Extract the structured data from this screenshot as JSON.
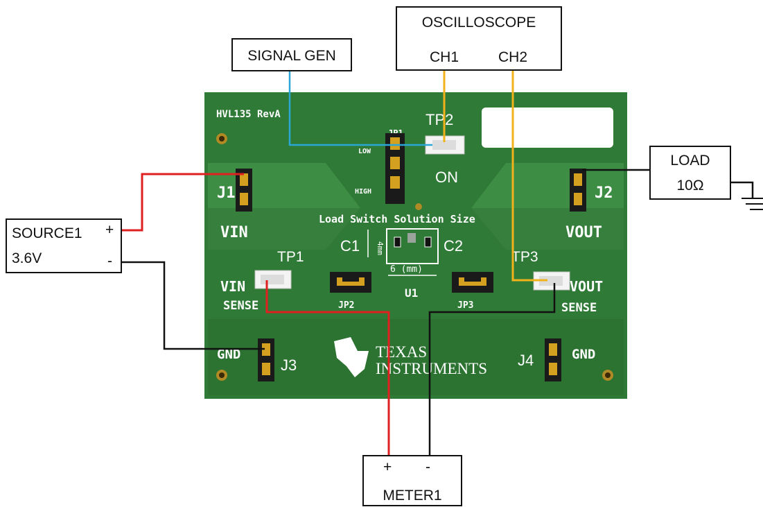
{
  "instruments": {
    "signal_gen": "SIGNAL GEN",
    "oscilloscope": {
      "title": "OSCILLOSCOPE",
      "ch1": "CH1",
      "ch2": "CH2"
    },
    "load": {
      "title": "LOAD",
      "value": "10Ω"
    },
    "source": {
      "title": "SOURCE1",
      "voltage": "3.6V",
      "plus": "+",
      "minus": "-"
    },
    "meter": {
      "title": "METER1",
      "plus": "+",
      "minus": "-"
    }
  },
  "board": {
    "name": "HVL135 RevA",
    "tp1": "TP1",
    "tp2": "TP2",
    "tp3": "TP3",
    "on": "ON",
    "jp1": "JP1",
    "jp2": "JP2",
    "jp3": "JP3",
    "low": "LOW",
    "high": "HIGH",
    "j1": "J1",
    "j2": "J2",
    "j3": "J3",
    "j4": "J4",
    "vin": "VIN",
    "vout": "VOUT",
    "vin_sense_1": "VIN",
    "vin_sense_2": "SENSE",
    "vout_sense_1": "VOUT",
    "vout_sense_2": "SENSE",
    "gnd_left": "GND",
    "gnd_right": "GND",
    "solution_size": "Load Switch Solution Size",
    "c1": "C1",
    "c2": "C2",
    "u1": "U1",
    "dim_height": "4mm",
    "dim_width": "6 (mm)",
    "ti_line1": "TEXAS",
    "ti_line2": "INSTRUMENTS"
  },
  "colors": {
    "board": "#2f7a36",
    "wire_red": "#e02020",
    "wire_black": "#111111",
    "wire_blue": "#2aa7d6",
    "wire_yellow": "#f2b21c"
  }
}
